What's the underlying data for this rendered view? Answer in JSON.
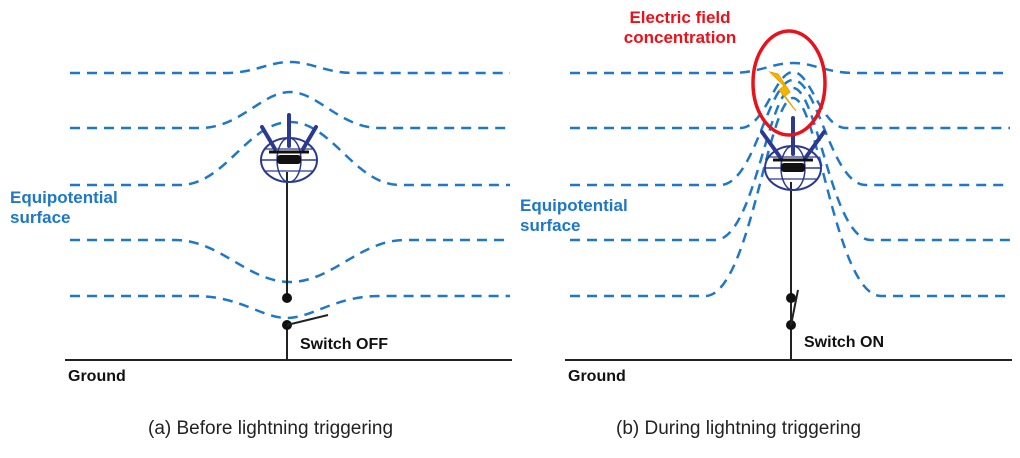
{
  "panels": [
    {
      "caption": "(a)  Before lightning triggering",
      "equipotential_label": [
        "Equipotential",
        "surface"
      ],
      "switch_label": "Switch OFF",
      "ground_label": "Ground"
    },
    {
      "caption": "(b) During lightning triggering",
      "equipotential_label": [
        "Equipotential",
        "surface"
      ],
      "switch_label": "Switch ON",
      "ground_label": "Ground",
      "annotation": [
        "Electric field",
        "concentration"
      ]
    }
  ],
  "colors": {
    "equipotential": "#1f77c8",
    "annotation": "#e8121b",
    "drone": "#2b3990",
    "lightning": "#f5b400",
    "wire": "#222222"
  },
  "icons": [
    "drone-icon",
    "lightning-bolt-icon"
  ]
}
